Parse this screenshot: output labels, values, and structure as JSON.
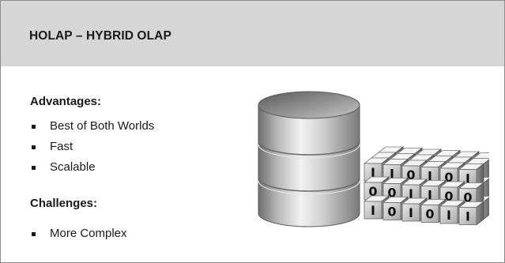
{
  "slide": {
    "title": "HOLAP – HYBRID OLAP"
  },
  "advantages": {
    "heading": "Advantages:",
    "items": [
      "Best of Both Worlds",
      "Fast",
      "Scalable"
    ]
  },
  "challenges": {
    "heading": "Challenges:",
    "items": [
      "More Complex"
    ]
  },
  "illustration": {
    "icon": "database-with-binary-cubes-icon",
    "cube_rows": [
      [
        "I",
        "I",
        "0",
        "I",
        "0",
        "I"
      ],
      [
        "0",
        "0",
        "I",
        "I",
        "0",
        "0"
      ],
      [
        "I",
        "0",
        "I",
        "0",
        "I",
        "I"
      ]
    ]
  },
  "colors": {
    "header_background": "#d6d6d6",
    "text": "#1a1a1a",
    "border": "#8c8c8c"
  }
}
